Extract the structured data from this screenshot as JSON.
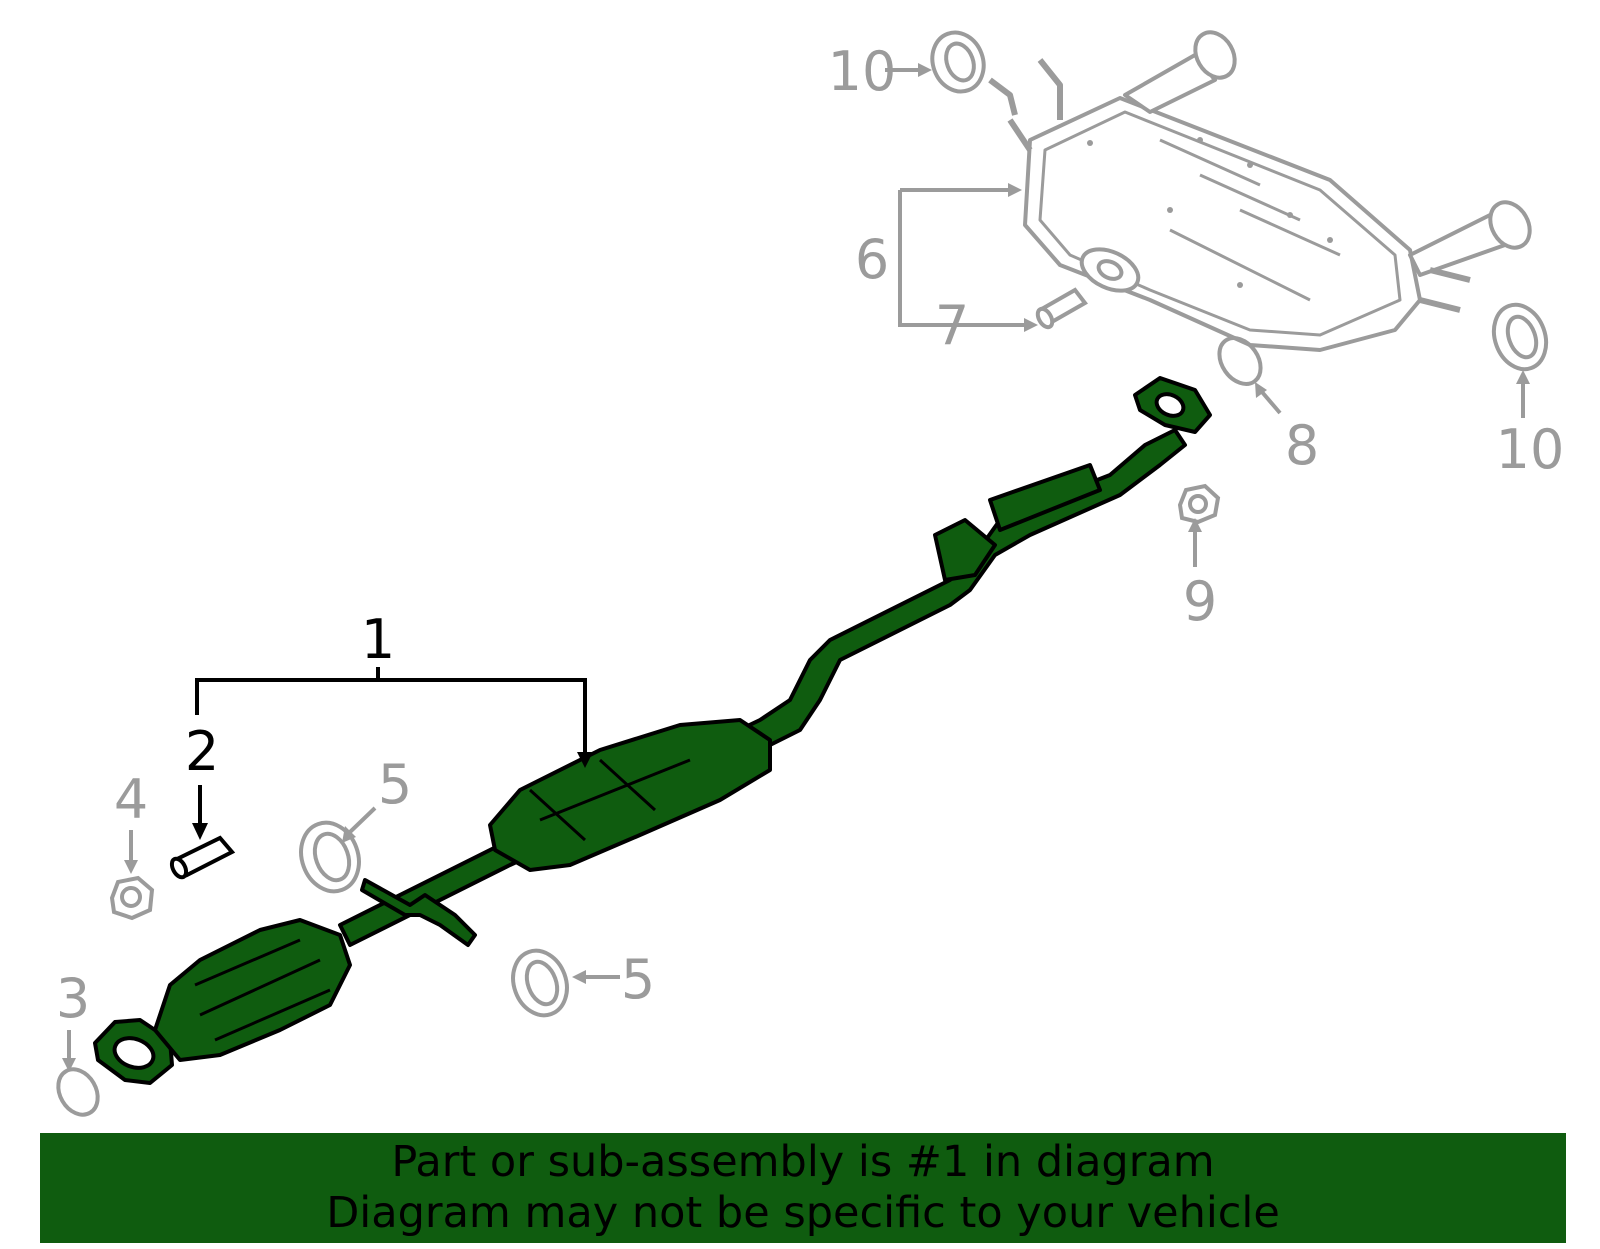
{
  "colors": {
    "highlight": "#0f5c0f",
    "grey_part": "#9b9b9b",
    "black": "#000000",
    "banner_bg": "#0f5c0f"
  },
  "callouts": {
    "c1": "1",
    "c2": "2",
    "c3": "3",
    "c4": "4",
    "c5a": "5",
    "c5b": "5",
    "c6": "6",
    "c7": "7",
    "c8": "8",
    "c9": "9",
    "c10a": "10",
    "c10b": "10"
  },
  "banner": {
    "line1": "Part or sub-assembly is #1 in diagram",
    "line2": "Diagram may not be specific to your vehicle"
  }
}
